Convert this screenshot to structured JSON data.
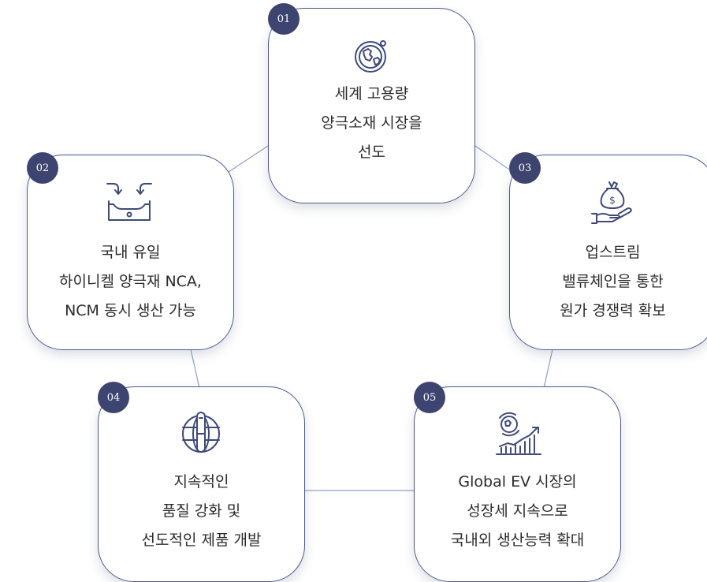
{
  "steps": [
    {
      "number": "01",
      "icon": "globe-icon",
      "lines": [
        "세계 고용량",
        "양극소재 시장을",
        "선도"
      ]
    },
    {
      "number": "02",
      "icon": "refinery-tank-icon",
      "lines": [
        "국내 유일",
        "하이니켈 양극재 NCA,",
        "NCM 동시 생산 가능"
      ]
    },
    {
      "number": "03",
      "icon": "money-bag-hand-icon",
      "lines": [
        "업스트림",
        "밸류체인을 통한",
        "원가 경쟁력 확보"
      ]
    },
    {
      "number": "04",
      "icon": "test-tube-globe-icon",
      "lines": [
        "지속적인",
        "품질 강화 및",
        "선도적인 제품 개발"
      ]
    },
    {
      "number": "05",
      "icon": "globe-growth-chart-icon",
      "lines": [
        "Global EV 시장의",
        "성장세 지속으로",
        "국내외 생산능력 확대"
      ]
    }
  ],
  "colors": {
    "accent": "#3d4470",
    "card_border": "#4a5a8c",
    "connector": "#8fa0c8",
    "icon": "#3f4a78"
  }
}
